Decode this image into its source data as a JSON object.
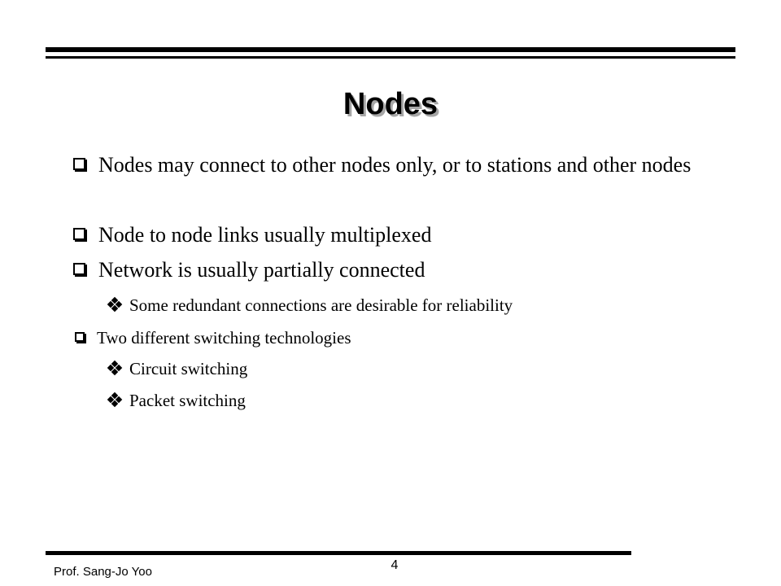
{
  "slide": {
    "title": "Nodes",
    "bullets": [
      {
        "level": 1,
        "text": "Nodes may connect to other nodes only, or to stations and other nodes",
        "icon": "square-bullet-icon"
      },
      {
        "level": 1,
        "text": "Node to node links usually multiplexed",
        "icon": "square-bullet-icon"
      },
      {
        "level": 1,
        "text": "Network is usually partially connected",
        "icon": "square-bullet-icon"
      },
      {
        "level": 2,
        "text": "Some redundant connections are desirable for reliability",
        "icon": "diamond-bullet-icon"
      },
      {
        "level": 1,
        "text": "Two different switching technologies",
        "icon": "square-bullet-icon"
      },
      {
        "level": 2,
        "text": "Circuit switching",
        "icon": "diamond-bullet-icon"
      },
      {
        "level": 2,
        "text": "Packet switching",
        "icon": "diamond-bullet-icon"
      }
    ]
  },
  "footer": {
    "author": "Prof. Sang-Jo Yoo",
    "page_number": "4"
  },
  "colors": {
    "text": "#000000",
    "title_shadow": "#a6a6a6",
    "background": "#ffffff"
  }
}
